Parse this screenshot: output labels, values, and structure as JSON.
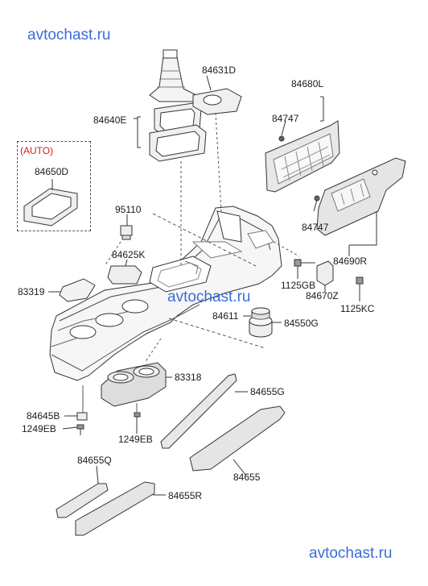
{
  "watermark": {
    "text": "avtochast.ru",
    "color": "#3a6fd8"
  },
  "auto_note": {
    "text": "(AUTO)",
    "color": "#d02020"
  },
  "labels": {
    "l84631D": "84631D",
    "l84640E": "84640E",
    "l84650D": "84650D",
    "l95110": "95110",
    "l84625K": "84625K",
    "l83319": "83319",
    "l84611": "84611",
    "l84550G": "84550G",
    "l83318": "83318",
    "l84645B": "84645B",
    "l1249EB_left": "1249EB",
    "l1249EB_bottom": "1249EB",
    "l84655G": "84655G",
    "l84655": "84655",
    "l84655Q": "84655Q",
    "l84655R": "84655R",
    "l84680L": "84680L",
    "l84747_top": "84747",
    "l84747_mid": "84747",
    "l84690R": "84690R",
    "l1125GB": "1125GB",
    "l84670Z": "84670Z",
    "l1125KC": "1125KC"
  }
}
